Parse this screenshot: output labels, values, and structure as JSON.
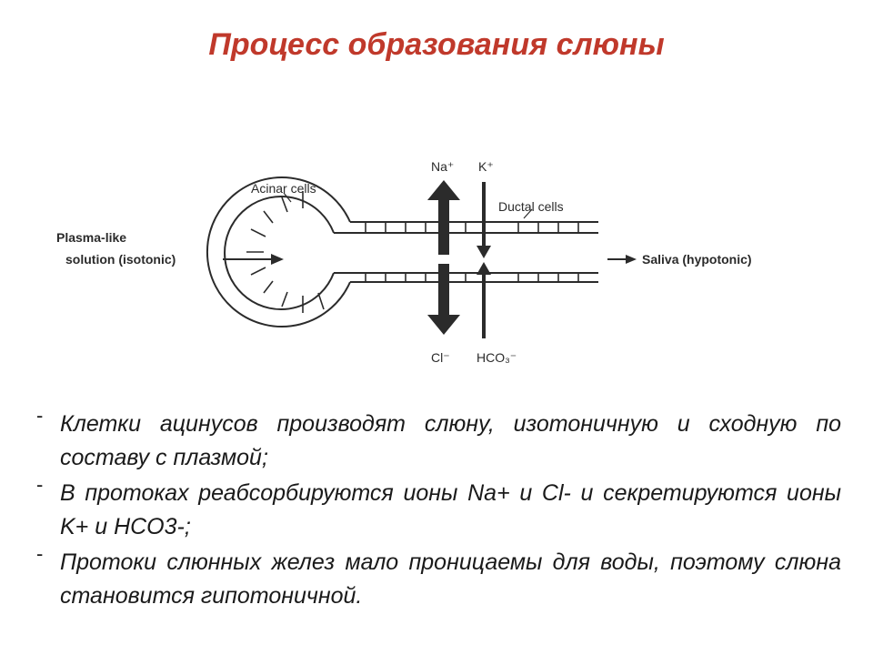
{
  "title": "Процесс образования слюны",
  "diagram": {
    "acinar_label": "Acinar cells",
    "ductal_label": "Ductal cells",
    "plasma_line1": "Plasma-like",
    "plasma_line2": "solution (isotonic)",
    "saliva_label": "Saliva (hypotonic)",
    "na_label": "Na⁺",
    "k_label": "K⁺",
    "cl_label": "Cl⁻",
    "hco3_label": "HCO₃⁻",
    "ink_color": "#2b2b2b"
  },
  "bullets": [
    {
      "dash": "-",
      "text": "Клетки ацинусов производят слюну, изотоничную и сходную по составу с плазмой;"
    },
    {
      "dash": "-",
      "text": "В протоках реабсорбируются ионы Na+ и Cl- и секретируются ионы K+ и HCO3-;"
    },
    {
      "dash": "-",
      "text": "Протоки слюнных желез мало проницаемы для воды, поэтому слюна становится гипотоничной."
    }
  ],
  "colors": {
    "title": "#c0392b",
    "text": "#1a1a1a"
  }
}
